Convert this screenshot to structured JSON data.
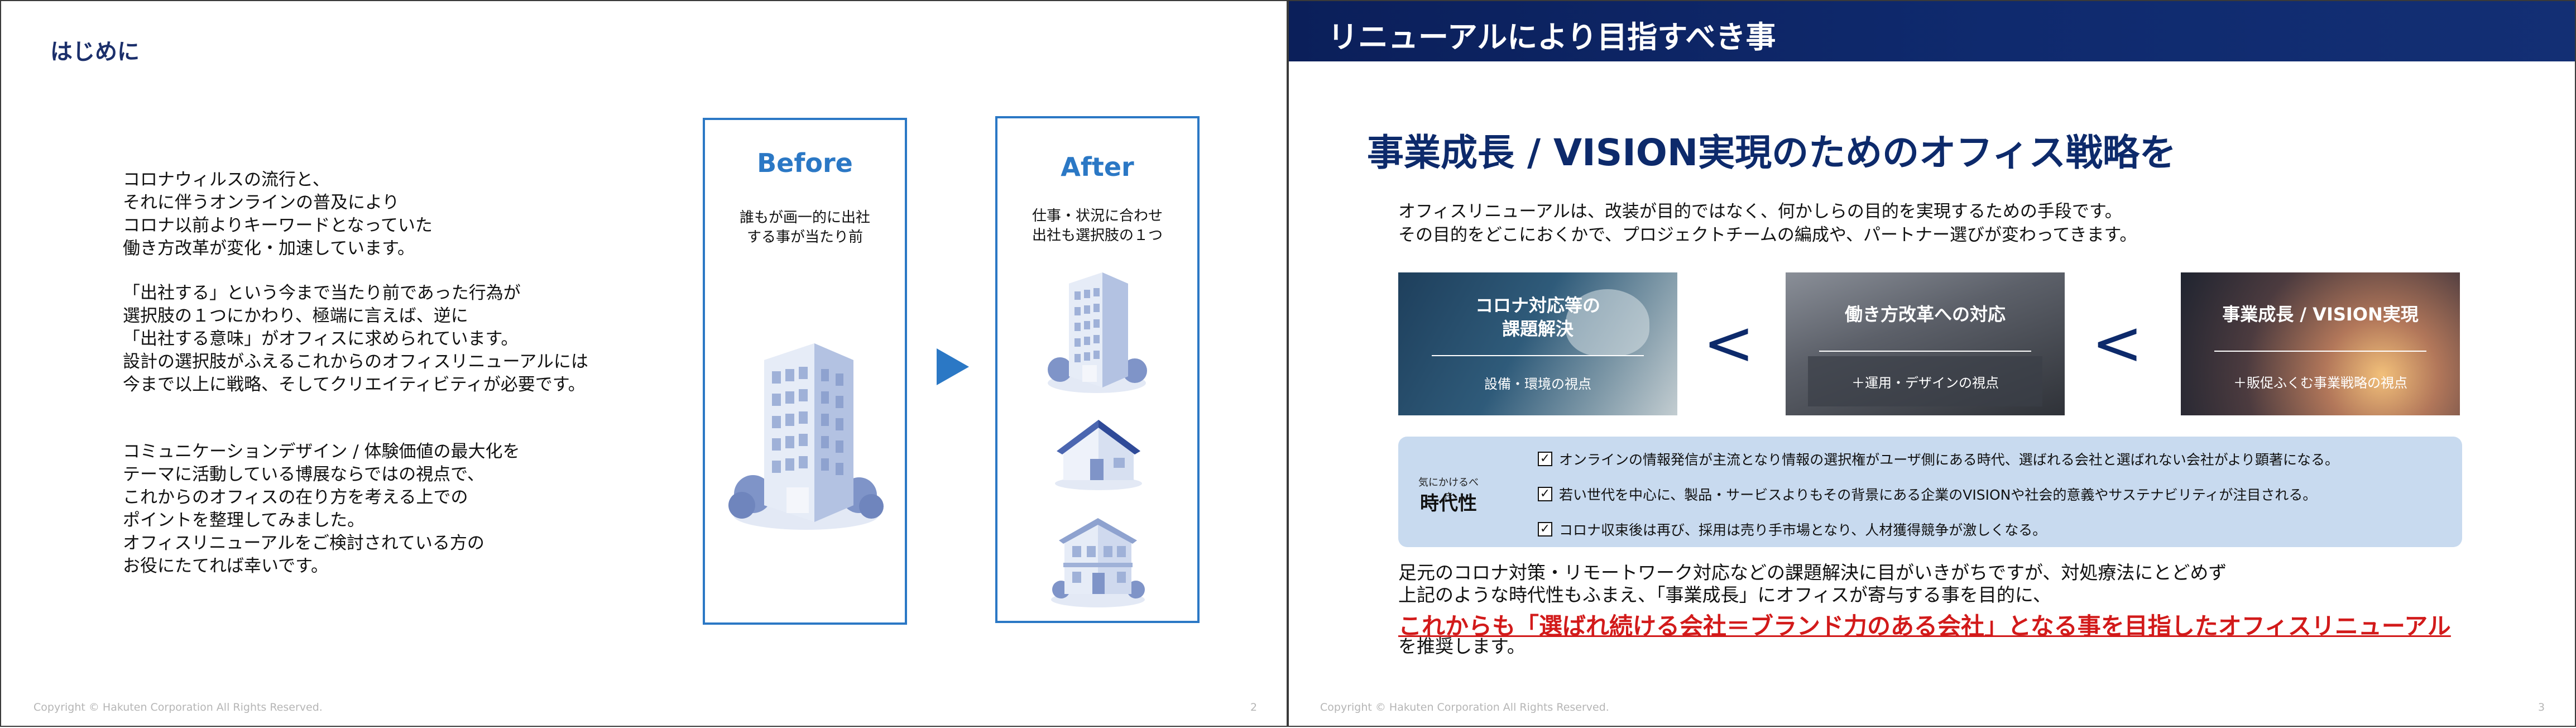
{
  "colors": {
    "navy": "#0d2a6b",
    "panel_blue": "#2b78c5",
    "emphasis_red": "#d21a1a",
    "trend_bg": "#c8daef"
  },
  "left_slide": {
    "title": "はじめに",
    "paragraph1": "コロナウィルスの流行と、\nそれに伴うオンラインの普及により\nコロナ以前よりキーワードとなっていた\n働き方改革が変化・加速しています。",
    "paragraph2": "「出社する」という今まで当たり前であった行為が\n選択肢の１つにかわり、極端に言えば、逆に\n「出社する意味」がオフィスに求められています。\n設計の選択肢がふえるこれからのオフィスリニューアルには\n今まで以上に戦略、そしてクリエイティビティが必要です。",
    "paragraph3": "コミュニケーションデザイン / 体験価値の最大化を\nテーマに活動している博展ならではの視点で、\nこれからのオフィスの在り方を考える上での\nポイントを整理してみました。\nオフィスリニューアルをご検討されている方の\nお役にたてれば幸いです。",
    "before": {
      "heading": "Before",
      "subtitle": "誰もが画一的に出社\nする事が当たり前",
      "icon": "office-building-icon"
    },
    "after": {
      "heading": "After",
      "subtitle": "仕事・状況に合わせ\n出社も選択肢の１つ",
      "icons": [
        "office-building-icon",
        "house-icon",
        "residence-icon"
      ]
    },
    "arrow_icon": "play-triangle-icon",
    "footer": "Copyright © Hakuten Corporation All Rights Reserved.",
    "page_number": "2"
  },
  "right_slide": {
    "header_title": "リニューアルにより目指すべき事",
    "heading": "事業成長 / VISION実現のためのオフィス戦略を",
    "intro": "オフィスリニューアルは、改装が目的ではなく、何かしらの目的を実現するための手段です。\nその目的をどこにおくかで、プロジェクトチームの編成や、パートナー選びが変わってきます。",
    "cards": [
      {
        "title": "コロナ対応等の\n課題解決",
        "subtitle": "設備・環境の視点"
      },
      {
        "title": "働き方改革への対応",
        "subtitle": "＋運用・デザインの視点"
      },
      {
        "title": "事業成長 / VISION実現",
        "subtitle": "＋販促ふくむ事業戦略の視点"
      }
    ],
    "comparator": "<",
    "trend": {
      "small_label": "気にかけるべき",
      "label": "時代性",
      "items": [
        "オンラインの情報発信が主流となり情報の選択権がユーザ側にある時代、選ばれる会社と選ばれない会社がより顕著になる。",
        "若い世代を中心に、製品・サービスよりもその背景にある企業のVISIONや社会的意義やサステナビリティが注目される。",
        "コロナ収束後は再び、採用は売り手市場となり、人材獲得競争が激しくなる。"
      ]
    },
    "conclusion_line1": "足元のコロナ対策・リモートワーク対応などの課題解決に目がいきがちですが、対処療法にとどめず",
    "conclusion_line2": "上記のような時代性もふまえ、「事業成長」にオフィスが寄与する事を目的に、",
    "emphasis": "これからも「選ばれ続ける会社＝ブランド力のある会社」となる事を目指したオフィスリニューアル",
    "closing": "を推奨します。",
    "footer": "Copyright © Hakuten Corporation All Rights Reserved.",
    "page_number": "3"
  }
}
